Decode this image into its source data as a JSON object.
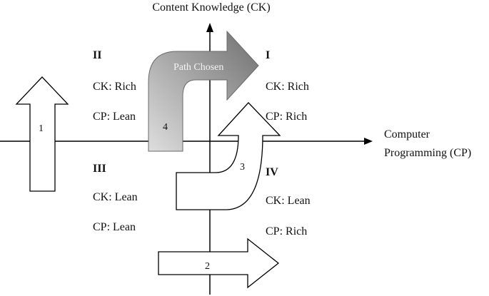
{
  "axes": {
    "y_label": "Content Knowledge (CK)",
    "x_label_line1": "Computer",
    "x_label_line2": "Programming (CP)"
  },
  "quadrants": {
    "I": {
      "name": "I",
      "ck": "CK: Rich",
      "cp": "CP: Rich"
    },
    "II": {
      "name": "II",
      "ck": "CK: Rich",
      "cp": "CP: Lean"
    },
    "III": {
      "name": "III",
      "ck": "CK: Lean",
      "cp": "CP: Lean"
    },
    "IV": {
      "name": "IV",
      "ck": "CK: Lean",
      "cp": "CP: Rich"
    }
  },
  "arrows": {
    "a1": "1",
    "a2": "2",
    "a3": "3",
    "a4": "4",
    "path_chosen": "Path Chosen"
  },
  "colors": {
    "line": "#000000",
    "path_chosen_light": "#d9d9d9",
    "path_chosen_dark": "#7a7a7a"
  }
}
